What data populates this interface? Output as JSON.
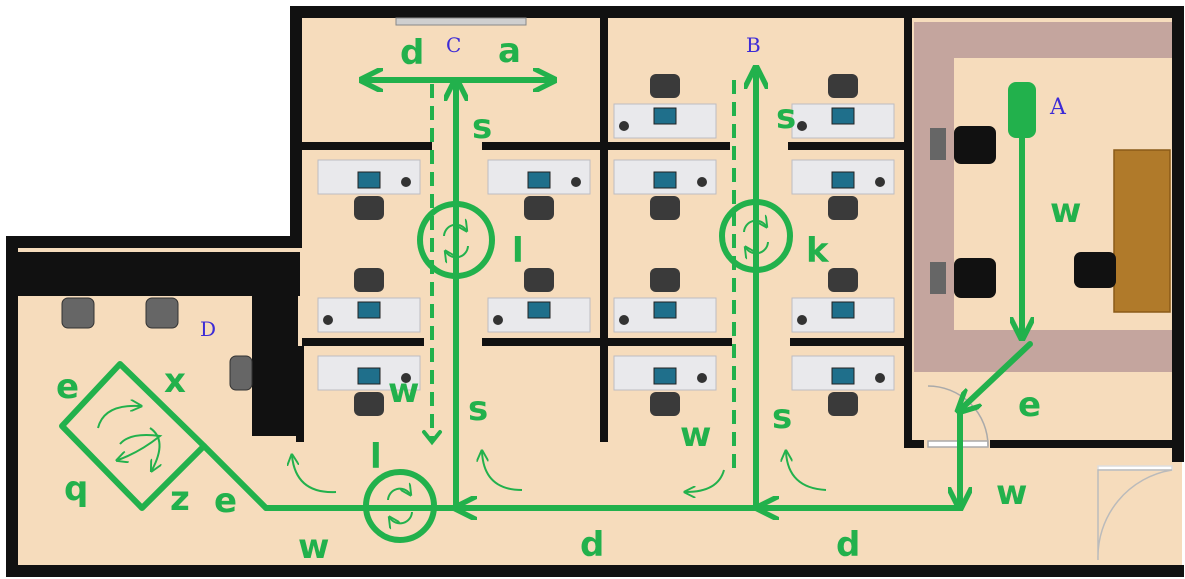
{
  "map": {
    "colors": {
      "floor": "#f6dcbc",
      "wall": "#111111",
      "path": "#22b14c",
      "tag": "#3d2bd6",
      "counter": "#c4a59e",
      "desk": "#e9e9ec",
      "table": "#b07a2a"
    },
    "location_tags": {
      "a": "A",
      "b": "B",
      "c": "C",
      "d": "D"
    },
    "route_labels": {
      "w_room_a": "w",
      "e_room_a": "e",
      "w_corner": "w",
      "d_bottom_right": "d",
      "d_bottom_mid": "d",
      "s_b_lower": "s",
      "w_b_dashed": "w",
      "k_b": "k",
      "s_b_upper": "s",
      "s_c_lower": "s",
      "w_c_dashed": "w",
      "l_c": "l",
      "s_c_upper": "s",
      "d_c_arrow": "d",
      "a_c_arrow": "a",
      "l_bottom": "l",
      "w_bottom": "w",
      "e_diamond": "e",
      "x_diamond": "x",
      "e_diamond_left": "e",
      "q_diamond": "q",
      "z_diamond": "z"
    }
  }
}
